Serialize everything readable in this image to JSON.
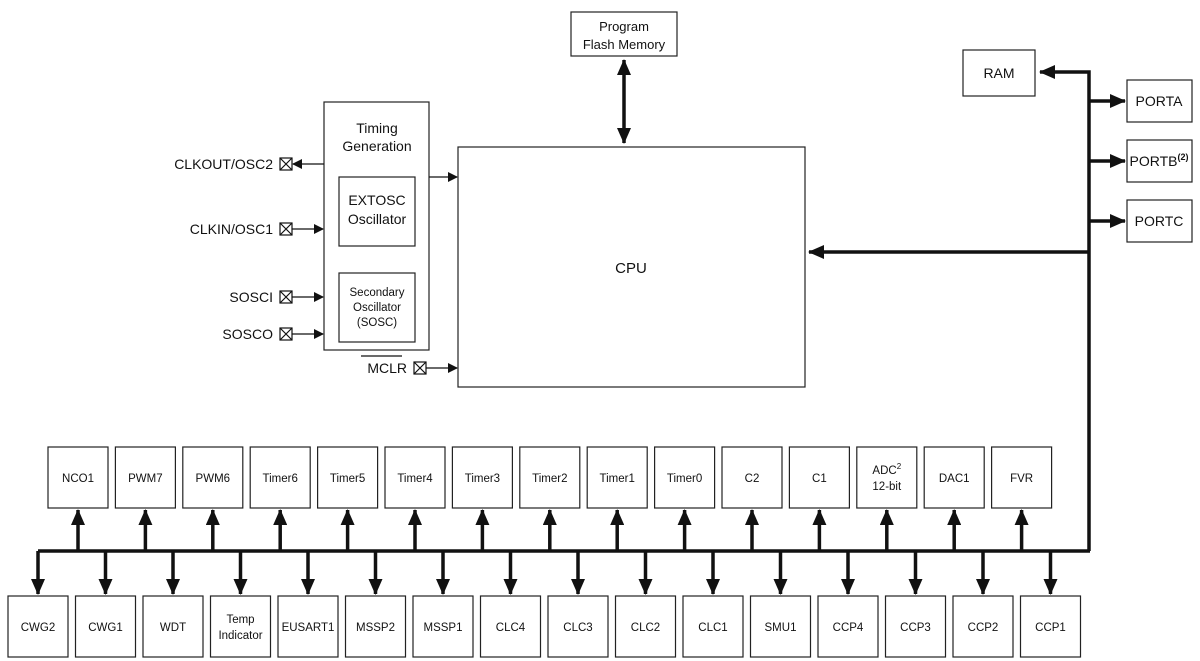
{
  "flash": {
    "line1": "Program",
    "line2": "Flash Memory"
  },
  "cpu": {
    "label": "CPU"
  },
  "ram": {
    "label": "RAM"
  },
  "ports": [
    {
      "label": "PORTA",
      "sup": ""
    },
    {
      "label": "PORTB",
      "sup": "(2)"
    },
    {
      "label": "PORTC",
      "sup": ""
    }
  ],
  "timing": {
    "line1": "Timing",
    "line2": "Generation",
    "extosc": {
      "line1": "EXTOSC",
      "line2": "Oscillator"
    },
    "sosc": {
      "line1": "Secondary",
      "line2": "Oscillator",
      "line3": "(SOSC)"
    }
  },
  "pins": {
    "clkout": "CLKOUT/OSC2",
    "clkin": "CLKIN/OSC1",
    "sosci": "SOSCI",
    "sosco": "SOSCO",
    "mclr": "MCLR"
  },
  "top_peripherals": [
    {
      "line1": "NCO1"
    },
    {
      "line1": "PWM7"
    },
    {
      "line1": "PWM6"
    },
    {
      "line1": "Timer6"
    },
    {
      "line1": "Timer5"
    },
    {
      "line1": "Timer4"
    },
    {
      "line1": "Timer3"
    },
    {
      "line1": "Timer2"
    },
    {
      "line1": "Timer1"
    },
    {
      "line1": "Timer0"
    },
    {
      "line1": "C2"
    },
    {
      "line1": "C1"
    },
    {
      "line1": "ADC",
      "sup": "2",
      "line2": "12-bit"
    },
    {
      "line1": "DAC1"
    },
    {
      "line1": "FVR"
    }
  ],
  "bottom_peripherals": [
    {
      "line1": "CWG2"
    },
    {
      "line1": "CWG1"
    },
    {
      "line1": "WDT"
    },
    {
      "line1": "Temp",
      "line2": "Indicator"
    },
    {
      "line1": "EUSART1"
    },
    {
      "line1": "MSSP2"
    },
    {
      "line1": "MSSP1"
    },
    {
      "line1": "CLC4"
    },
    {
      "line1": "CLC3"
    },
    {
      "line1": "CLC2"
    },
    {
      "line1": "CLC1"
    },
    {
      "line1": "SMU1"
    },
    {
      "line1": "CCP4"
    },
    {
      "line1": "CCP3"
    },
    {
      "line1": "CCP2"
    },
    {
      "line1": "CCP1"
    }
  ]
}
